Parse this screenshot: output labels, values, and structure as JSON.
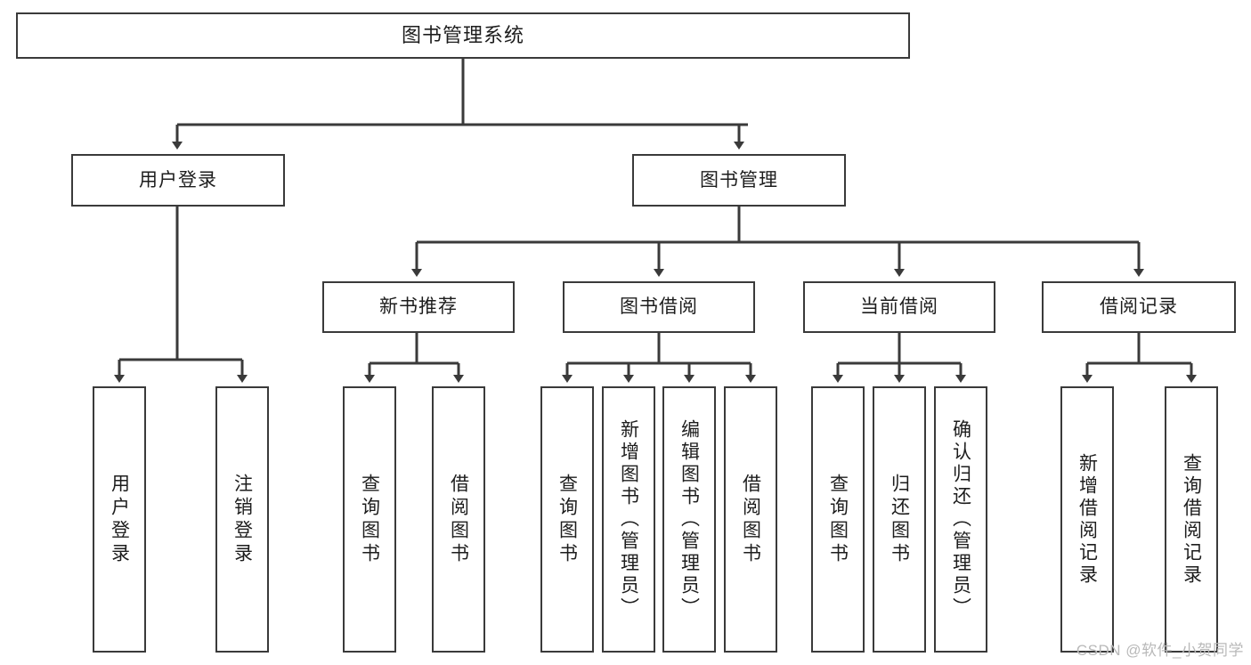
{
  "diagram": {
    "type": "tree-hierarchy",
    "title": "图书管理系统",
    "root": {
      "label": "图书管理系统"
    },
    "level2": [
      {
        "label": "用户登录"
      },
      {
        "label": "图书管理"
      }
    ],
    "level3": [
      {
        "label": "新书推荐"
      },
      {
        "label": "图书借阅"
      },
      {
        "label": "当前借阅"
      },
      {
        "label": "借阅记录"
      }
    ],
    "leaves": {
      "user_login": [
        {
          "label": "用户登录"
        },
        {
          "label": "注销登录"
        }
      ],
      "new_book_recommend": [
        {
          "label": "查询图书"
        },
        {
          "label": "借阅图书"
        }
      ],
      "book_borrow": [
        {
          "label": "查询图书"
        },
        {
          "label": "新增图书（管理员）"
        },
        {
          "label": "编辑图书（管理员）"
        },
        {
          "label": "借阅图书"
        }
      ],
      "current_borrow": [
        {
          "label": "查询图书"
        },
        {
          "label": "归还图书"
        },
        {
          "label": "确认归还（管理员）"
        }
      ],
      "borrow_record": [
        {
          "label": "新增借阅记录"
        },
        {
          "label": "查询借阅记录"
        }
      ]
    }
  },
  "watermark": {
    "text": "CSDN @软件_小贺同学"
  },
  "colors": {
    "stroke": "#3a3a3a",
    "text": "#1d1d1d",
    "background": "#ffffff",
    "watermark": "#b9b9b9"
  }
}
